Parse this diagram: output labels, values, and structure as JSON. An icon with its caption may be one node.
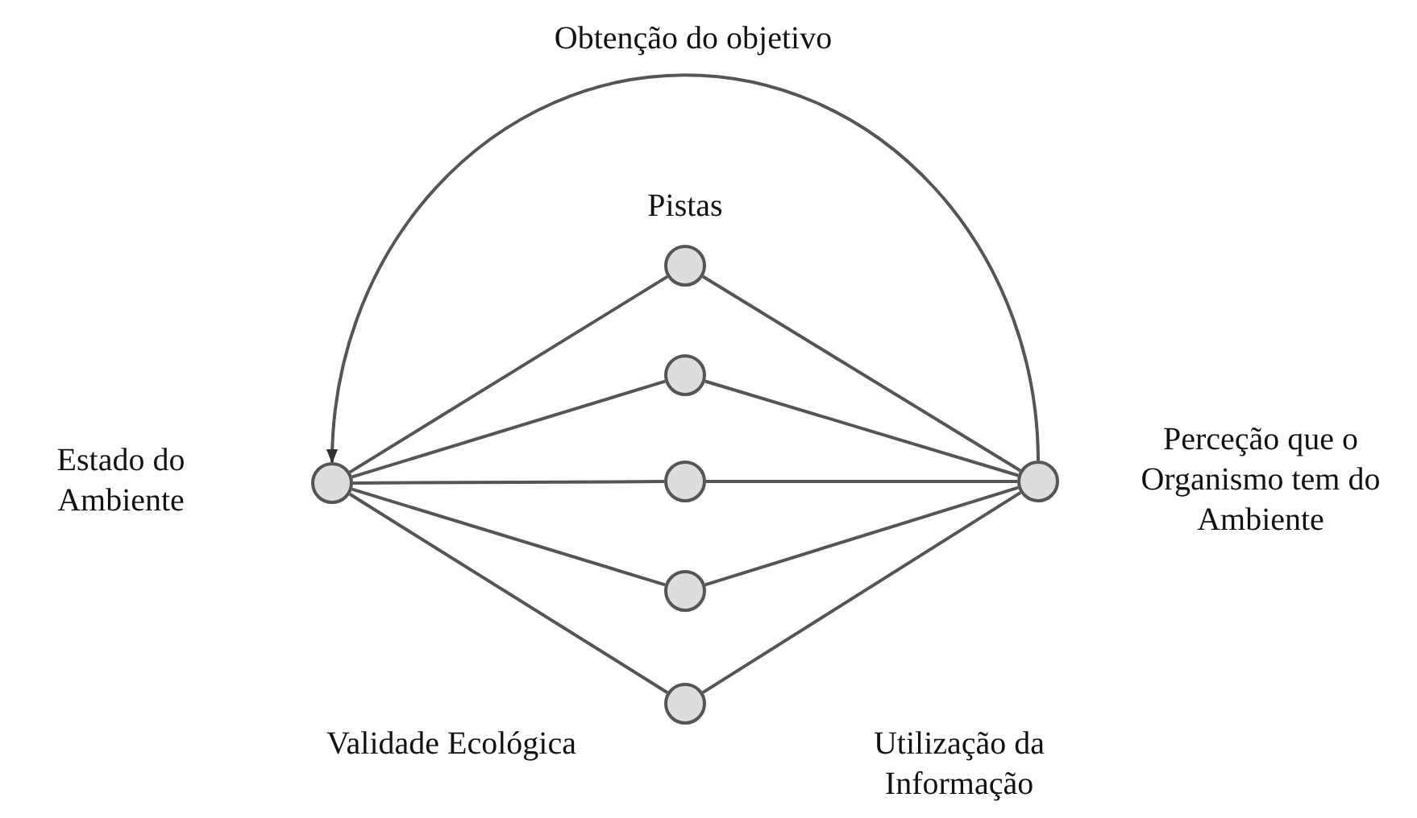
{
  "diagram": {
    "nodes": [
      {
        "text": [],
        "shape": "circle",
        "beside": [
          "Estado do Ambiente"
        ]
      },
      {
        "text": [],
        "shape": "circle"
      },
      {
        "text": [],
        "shape": "circle"
      },
      {
        "text": [],
        "shape": "circle"
      },
      {
        "text": [],
        "shape": "circle"
      },
      {
        "text": [],
        "shape": "circle"
      },
      {
        "text": [],
        "shape": "circle",
        "beside": [
          "Perceção que o Organismo tem do Ambiente"
        ]
      }
    ],
    "edges": [
      {
        "from": 0,
        "to": 1,
        "arrow": "none"
      },
      {
        "from": 0,
        "to": 2,
        "arrow": "none"
      },
      {
        "from": 0,
        "to": 3,
        "arrow": "none"
      },
      {
        "from": 0,
        "to": 4,
        "arrow": "none"
      },
      {
        "from": 0,
        "to": 5,
        "arrow": "none"
      },
      {
        "from": 1,
        "to": 6,
        "arrow": "none"
      },
      {
        "from": 2,
        "to": 6,
        "arrow": "none"
      },
      {
        "from": 3,
        "to": 6,
        "arrow": "none"
      },
      {
        "from": 4,
        "to": 6,
        "arrow": "none"
      },
      {
        "from": 5,
        "to": 6,
        "arrow": "none"
      },
      {
        "from": 6,
        "to": 0,
        "arrow": "to",
        "label": "Obtenção do objetivo"
      }
    ],
    "labels": [
      "Pistas",
      "Validade Ecológica",
      "Utilização da Informação"
    ]
  }
}
